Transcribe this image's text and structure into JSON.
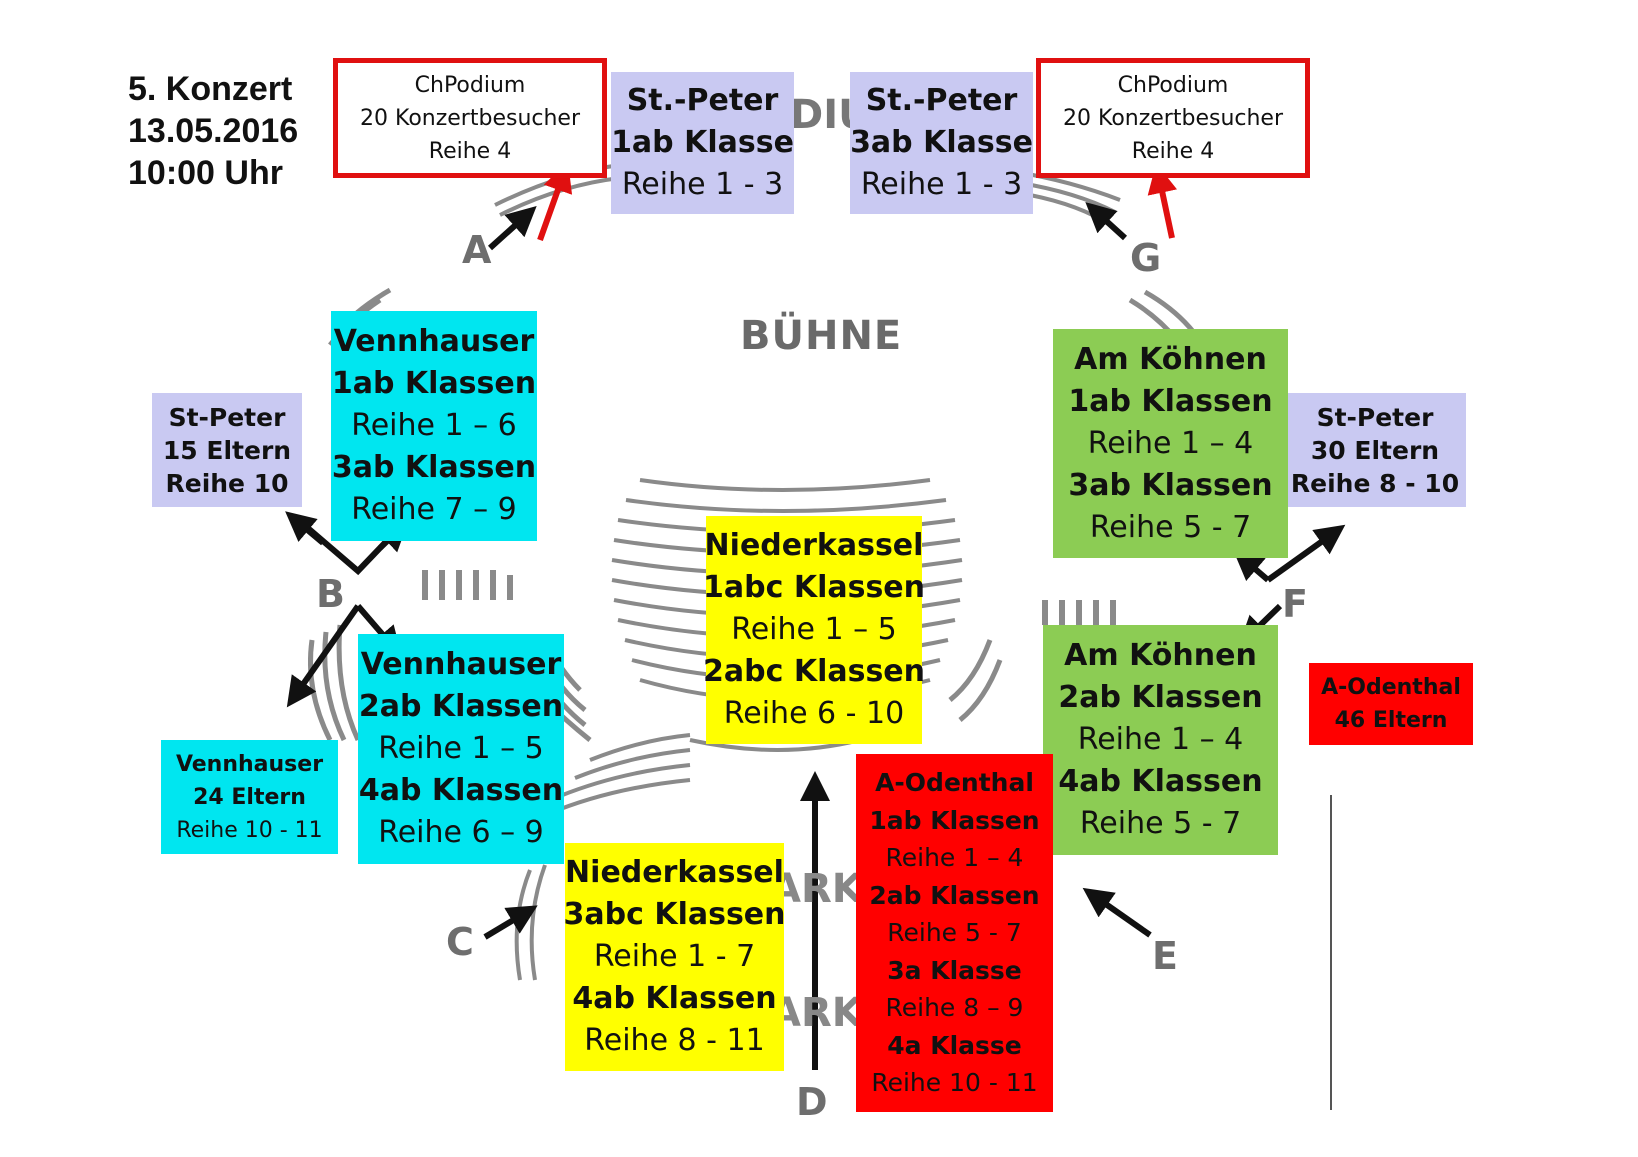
{
  "concert": {
    "title": "5. Konzert",
    "date": "13.05.2016",
    "time": "10:00 Uhr"
  },
  "stage_label": "BÜHNE",
  "stage_top_fragment_left": "DIU",
  "parkett_fragment_1": "ARK",
  "parkett_fragment_2": "ARK",
  "entrances": [
    "A",
    "B",
    "C",
    "D",
    "E",
    "F",
    "G"
  ],
  "boxes": {
    "podium_left": {
      "line1": "ChPodium",
      "line2": "20 Konzertbesucher",
      "line3": "Reihe 4"
    },
    "podium_right": {
      "line1": "ChPodium",
      "line2": "20 Konzertbesucher",
      "line3": "Reihe 4"
    },
    "stpeter_1ab": {
      "line1": "St.-Peter",
      "line2": "1ab Klasse",
      "line3": "Reihe 1 - 3"
    },
    "stpeter_3ab": {
      "line1": "St.-Peter",
      "line2": "3ab Klasse",
      "line3": "Reihe 1 - 3"
    },
    "stpeter_15": {
      "line1": "St-Peter",
      "line2": "15 Eltern",
      "line3": "Reihe 10"
    },
    "stpeter_30": {
      "line1": "St-Peter",
      "line2": "30 Eltern",
      "line3": "Reihe 8 - 10"
    },
    "vennhauser_1ab": {
      "line1": "Vennhauser",
      "line2": "1ab Klassen",
      "line3": "Reihe 1 – 6",
      "line4": "3ab Klassen",
      "line5": "Reihe 7 – 9"
    },
    "vennhauser_2ab": {
      "line1": "Vennhauser",
      "line2": "2ab Klassen",
      "line3": "Reihe 1 – 5",
      "line4": "4ab Klassen",
      "line5": "Reihe 6 – 9"
    },
    "vennhauser_eltern": {
      "line1": "Vennhauser",
      "line2": "24 Eltern",
      "line3": "Reihe 10 - 11"
    },
    "niederkassel_1abc": {
      "line1": "Niederkassel",
      "line2": "1abc Klassen",
      "line3": "Reihe 1 – 5",
      "line4": "2abc Klassen",
      "line5": "Reihe 6 - 10"
    },
    "niederkassel_3abc": {
      "line1": "Niederkassel",
      "line2": "3abc Klassen",
      "line3": "Reihe 1 - 7",
      "line4": "4ab Klassen",
      "line5": "Reihe 8 - 11"
    },
    "amkoehnen_1ab": {
      "line1": "Am Köhnen",
      "line2": "1ab Klassen",
      "line3": "Reihe 1 – 4",
      "line4": "3ab Klassen",
      "line5": "Reihe 5 - 7"
    },
    "amkoehnen_2ab": {
      "line1": "Am Köhnen",
      "line2": "2ab Klassen",
      "line3": "Reihe 1 – 4",
      "line4": "4ab Klassen",
      "line5": "Reihe 5 - 7"
    },
    "aodenthal_eltern": {
      "line1": "A-Odenthal",
      "line2": "46 Eltern"
    },
    "aodenthal_klassen": {
      "line1": "A-Odenthal",
      "line2": "1ab Klassen",
      "line3": "Reihe 1 – 4",
      "line4": "2ab Klassen",
      "line5": "Reihe 5 - 7",
      "line6": "3a Klasse",
      "line7": "Reihe 8 – 9",
      "line8": "4a Klasse",
      "line9": "Reihe 10 - 11"
    }
  },
  "colors": {
    "stpeter": "#c9c9f2",
    "vennhauser": "#00e6f0",
    "am_koehnen": "#8ccc54",
    "niederkassel": "#ffff00",
    "a_odenthal": "#ff0000",
    "podium_frame": "#e01010",
    "arrow_black": "#111111",
    "arrow_red": "#e01010",
    "seat_lines": "#8a8a8a"
  }
}
